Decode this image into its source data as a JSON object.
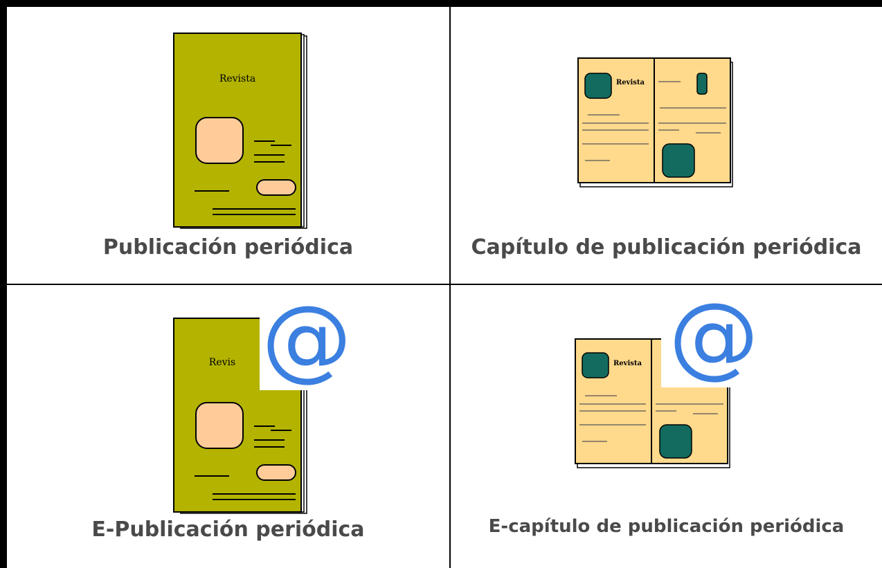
{
  "cells": [
    {
      "caption": "Publicación periódica",
      "icon": "magazine-icon",
      "cover_text": "Revista"
    },
    {
      "caption": "Capítulo de publicación periódica",
      "icon": "open-magazine-icon",
      "page_heading": "Revista"
    },
    {
      "caption": "E-Publicación periódica",
      "icon": "e-magazine-icon",
      "cover_text": "Revis",
      "overlay": "@"
    },
    {
      "caption": "E-capítulo de publicación periódica",
      "icon": "e-open-magazine-icon",
      "page_heading": "Revista",
      "overlay": "@"
    }
  ],
  "colors": {
    "cover": "#b3b300",
    "photo": "#ffcc99",
    "page": "#ffd98c",
    "page_photo": "#136b5f",
    "at_sign": "#3b7fe0",
    "caption": "#4a4a4a"
  }
}
